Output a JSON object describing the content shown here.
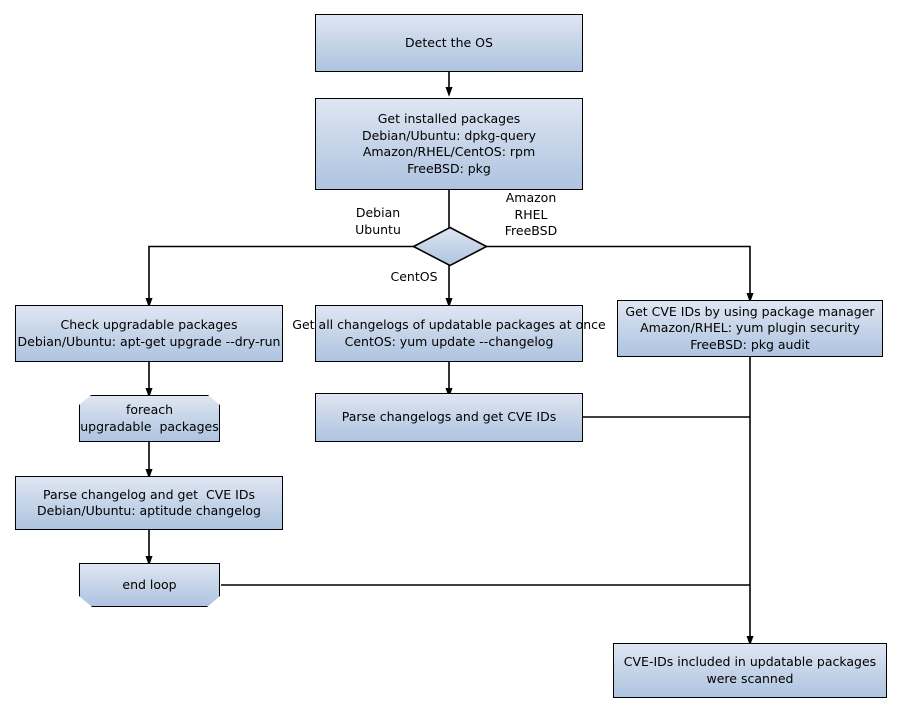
{
  "diagram": {
    "title": "OS package CVE scanning flow",
    "colors": {
      "fill_top": "#dfe6f2",
      "fill_bottom": "#aec4e0",
      "stroke": "#000000",
      "text": "#000000",
      "background": "#ffffff"
    }
  },
  "nodes": {
    "detect_os": {
      "label": "Detect the OS"
    },
    "get_installed": {
      "line1": "Get installed packages",
      "line2": "Debian/Ubuntu: dpkg-query",
      "line3": "Amazon/RHEL/CentOS: rpm",
      "line4": "FreeBSD: pkg"
    },
    "decision": {
      "label": ""
    },
    "check_upgradable": {
      "line1": "Check upgradable packages",
      "line2": "Debian/Ubuntu: apt-get upgrade --dry-run"
    },
    "get_all_changelogs": {
      "line1": "Get all changelogs of updatable packages at once",
      "line2": "CentOS: yum update --changelog"
    },
    "get_cve_pkgmgr": {
      "line1": "Get CVE IDs by using package manager",
      "line2": "Amazon/RHEL: yum plugin security",
      "line3": "FreeBSD: pkg audit"
    },
    "foreach_loop": {
      "line1": "foreach",
      "line2": "upgradable  packages"
    },
    "parse_changelogs_mid": {
      "label": "Parse changelogs and get CVE IDs"
    },
    "parse_changelog_left": {
      "line1": "Parse changelog and get  CVE IDs",
      "line2": "Debian/Ubuntu: aptitude changelog"
    },
    "end_loop": {
      "label": "end loop"
    },
    "final": {
      "line1": "CVE-IDs included in updatable packages",
      "line2": "were scanned"
    }
  },
  "edge_labels": {
    "left_branch": "Debian\nUbuntu",
    "right_branch": "Amazon\nRHEL\nFreeBSD",
    "down_branch": "CentOS"
  }
}
